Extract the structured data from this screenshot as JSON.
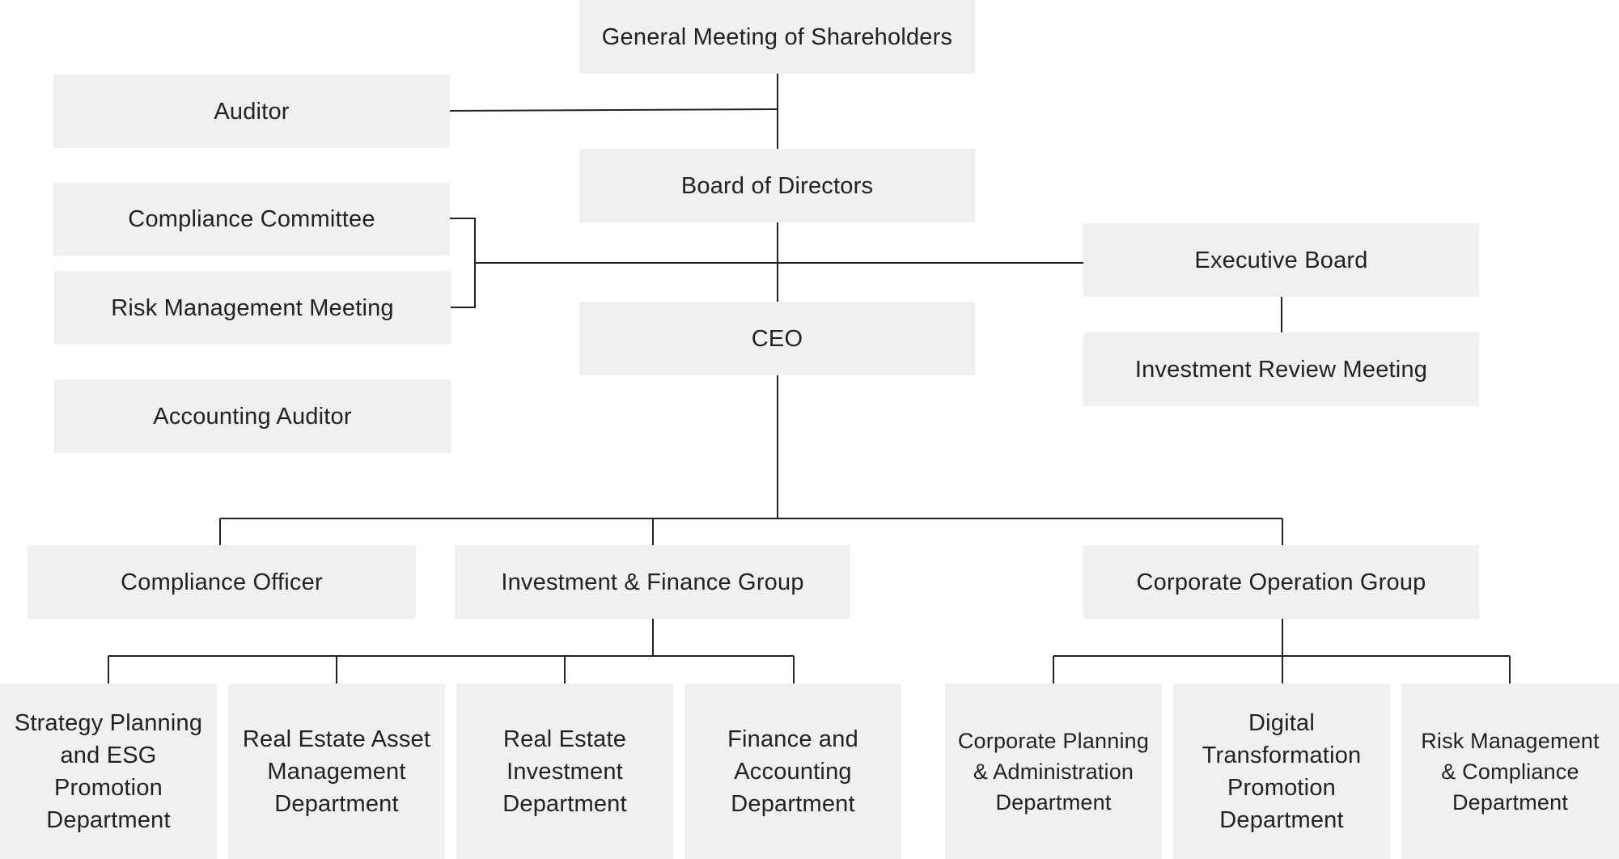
{
  "diagram": {
    "nodes": {
      "gms": "General Meeting of Shareholders",
      "auditor": "Auditor",
      "board": "Board of Directors",
      "compliance_committee": "Compliance Committee",
      "risk_meeting": "Risk Management Meeting",
      "executive_board": "Executive Board",
      "ceo": "CEO",
      "investment_review": "Investment Review Meeting",
      "accounting_auditor": "Accounting Auditor",
      "compliance_officer": "Compliance Officer",
      "inv_fin_group": "Investment & Finance Group",
      "corp_op_group": "Corporate Operation Group",
      "strategy_dept": "Strategy Planning and ESG Promotion Department",
      "re_asset_dept": "Real Estate Asset Management Department",
      "re_invest_dept": "Real Estate Investment Department",
      "finance_dept": "Finance and Accounting Department",
      "corp_planning_dept": "Corporate Planning & Administration Department",
      "dx_dept": "Digital Transformation Promotion Department",
      "risk_compliance_dept": "Risk Management & Compliance Department"
    }
  }
}
